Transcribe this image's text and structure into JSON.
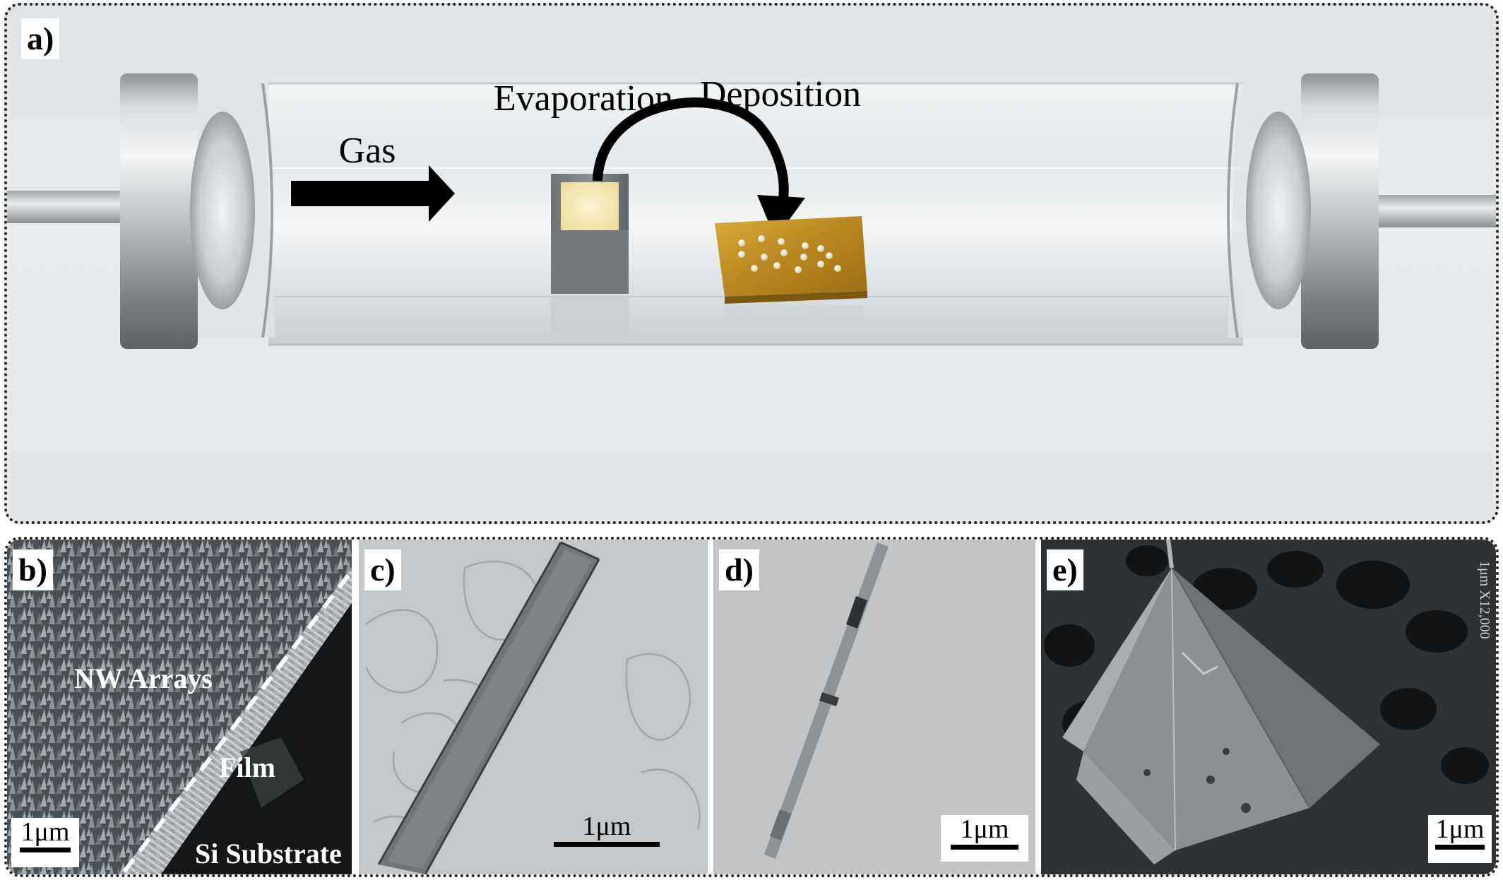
{
  "panel_a": {
    "label": "a)",
    "gas_label": "Gas",
    "evaporation_label": "Evaporation",
    "deposition_label": "Deposition"
  },
  "panel_b": {
    "label": "b)",
    "nw_arrays_label": "NW Arrays",
    "film_label": "Film",
    "substrate_label": "Si Substrate",
    "scale_label": "1μm"
  },
  "panel_c": {
    "label": "c)",
    "scale_label": "1μm"
  },
  "panel_d": {
    "label": "d)",
    "scale_label": "1μm"
  },
  "panel_e": {
    "label": "e)",
    "scale_label": "1μm",
    "side_text": "1μm X12,000"
  },
  "colors": {
    "substrate_gold": "#c99a2a",
    "source_yellow": "#f4ecb8",
    "arrow": "#000000",
    "frame_dots": "#222222"
  }
}
